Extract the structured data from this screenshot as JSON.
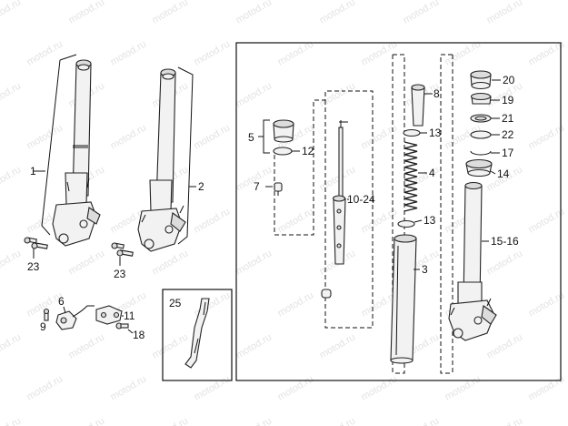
{
  "watermark": "motod.ru",
  "callouts": {
    "c1": "1",
    "c2": "2",
    "c3": "3",
    "c4": "4",
    "c5": "5",
    "c6": "6",
    "c7": "7",
    "c8": "8",
    "c9": "9",
    "c10_24": "10-24",
    "c11": "11",
    "c12": "12",
    "c13a": "13",
    "c13b": "13",
    "c14": "14",
    "c15_16": "15-16",
    "c17": "17",
    "c18": "18",
    "c19": "19",
    "c20": "20",
    "c21": "21",
    "c22": "22",
    "c23a": "23",
    "c23b": "23",
    "c25": "25"
  }
}
